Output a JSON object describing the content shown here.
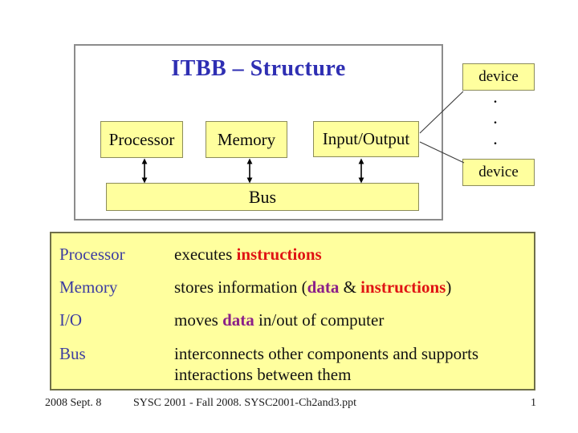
{
  "title": "ITBB – Structure",
  "diagram": {
    "processor": "Processor",
    "memory": "Memory",
    "input_output": "Input/Output",
    "bus": "Bus",
    "device_top": "device",
    "device_bottom": "device",
    "dots": [
      ".",
      ".",
      "."
    ]
  },
  "definitions": [
    {
      "term": "Processor",
      "segments": [
        {
          "text": "executes ",
          "style": "plain"
        },
        {
          "text": "instructions",
          "style": "red"
        }
      ]
    },
    {
      "term": "Memory",
      "segments": [
        {
          "text": "stores information (",
          "style": "plain"
        },
        {
          "text": "data",
          "style": "purple"
        },
        {
          "text": " & ",
          "style": "plain"
        },
        {
          "text": "instructions",
          "style": "red"
        },
        {
          "text": ")",
          "style": "plain"
        }
      ]
    },
    {
      "term": "I/O",
      "segments": [
        {
          "text": "moves ",
          "style": "plain"
        },
        {
          "text": "data",
          "style": "purple"
        },
        {
          "text": " in/out of computer",
          "style": "plain"
        }
      ]
    },
    {
      "term": "Bus",
      "segments": [
        {
          "text": "interconnects other components and supports interactions between them",
          "style": "plain"
        }
      ]
    }
  ],
  "footer": {
    "date": "2008 Sept. 8",
    "course": "SYSC 2001 - Fall 2008. SYSC2001-Ch2and3.ppt",
    "page": "1"
  },
  "colors": {
    "title_blue": "#2f2fb3",
    "term_blue": "#3d3da1",
    "keyword_red": "#e01414",
    "keyword_purple": "#8b2089",
    "box_yellow": "#ffff9e",
    "box_border": "#8c8c5a",
    "frame_gray": "#8c8c8c"
  }
}
